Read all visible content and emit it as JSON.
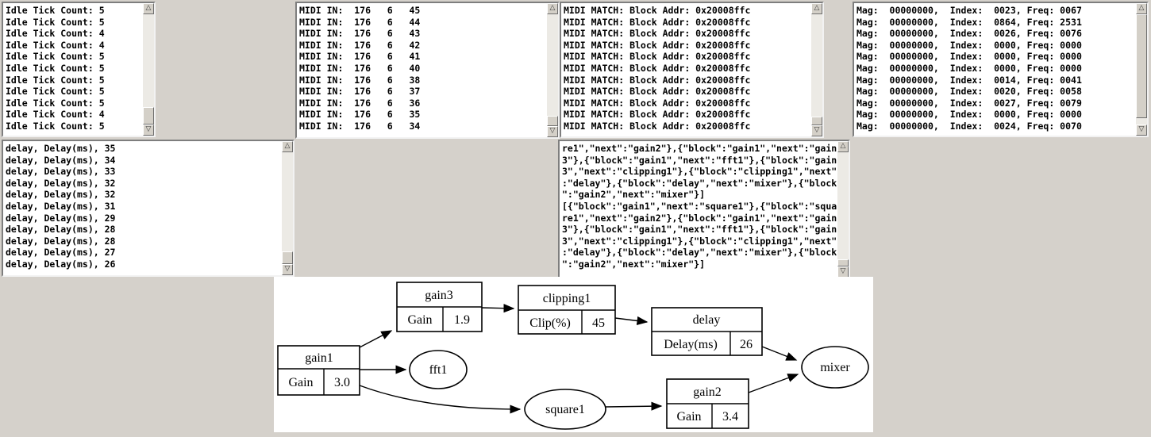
{
  "colors": {
    "background": "#d5d1cb",
    "panel_background": "#ffffff",
    "log_text": "#000000",
    "scrollbar_face": "#d4d0c8",
    "diagram_background": "#ffffff",
    "diagram_stroke": "#000000"
  },
  "icons": {
    "scroll_up": "△",
    "scroll_down": "▽"
  },
  "panels": {
    "idle_tick": {
      "lines": [
        "Idle Tick Count: 5",
        "Idle Tick Count: 5",
        "Idle Tick Count: 4",
        "Idle Tick Count: 4",
        "Idle Tick Count: 5",
        "Idle Tick Count: 5",
        "Idle Tick Count: 5",
        "Idle Tick Count: 5",
        "Idle Tick Count: 5",
        "Idle Tick Count: 4",
        "Idle Tick Count: 5"
      ]
    },
    "midi_in": {
      "lines": [
        "MIDI IN:  176   6   45",
        "MIDI IN:  176   6   44",
        "MIDI IN:  176   6   43",
        "MIDI IN:  176   6   42",
        "MIDI IN:  176   6   41",
        "MIDI IN:  176   6   40",
        "MIDI IN:  176   6   38",
        "MIDI IN:  176   6   37",
        "MIDI IN:  176   6   36",
        "MIDI IN:  176   6   35",
        "MIDI IN:  176   6   34"
      ]
    },
    "midi_match": {
      "lines": [
        "MIDI MATCH: Block Addr: 0x20008ffc",
        "MIDI MATCH: Block Addr: 0x20008ffc",
        "MIDI MATCH: Block Addr: 0x20008ffc",
        "MIDI MATCH: Block Addr: 0x20008ffc",
        "MIDI MATCH: Block Addr: 0x20008ffc",
        "MIDI MATCH: Block Addr: 0x20008ffc",
        "MIDI MATCH: Block Addr: 0x20008ffc",
        "MIDI MATCH: Block Addr: 0x20008ffc",
        "MIDI MATCH: Block Addr: 0x20008ffc",
        "MIDI MATCH: Block Addr: 0x20008ffc",
        "MIDI MATCH: Block Addr: 0x20008ffc"
      ]
    },
    "fft_mag": {
      "lines": [
        "Mag:  00000000,  Index:  0023, Freq: 0067",
        "Mag:  00000000,  Index:  0864, Freq: 2531",
        "Mag:  00000000,  Index:  0026, Freq: 0076",
        "Mag:  00000000,  Index:  0000, Freq: 0000",
        "Mag:  00000000,  Index:  0000, Freq: 0000",
        "Mag:  00000000,  Index:  0000, Freq: 0000",
        "Mag:  00000000,  Index:  0014, Freq: 0041",
        "Mag:  00000000,  Index:  0020, Freq: 0058",
        "Mag:  00000000,  Index:  0027, Freq: 0079",
        "Mag:  00000000,  Index:  0000, Freq: 0000",
        "Mag:  00000000,  Index:  0024, Freq: 0070"
      ]
    },
    "delay_param": {
      "lines": [
        "delay, Delay(ms), 35",
        "delay, Delay(ms), 34",
        "delay, Delay(ms), 33",
        "delay, Delay(ms), 32",
        "delay, Delay(ms), 32",
        "delay, Delay(ms), 31",
        "delay, Delay(ms), 29",
        "delay, Delay(ms), 28",
        "delay, Delay(ms), 28",
        "delay, Delay(ms), 27",
        "delay, Delay(ms), 26"
      ]
    },
    "routing_json": {
      "lines": [
        "re1\",\"next\":\"gain2\"},{\"block\":\"gain1\",\"next\":\"gain",
        "3\"},{\"block\":\"gain1\",\"next\":\"fft1\"},{\"block\":\"gain",
        "3\",\"next\":\"clipping1\"},{\"block\":\"clipping1\",\"next\"",
        ":\"delay\"},{\"block\":\"delay\",\"next\":\"mixer\"},{\"block",
        "\":\"gain2\",\"next\":\"mixer\"}]",
        "[{\"block\":\"gain1\",\"next\":\"square1\"},{\"block\":\"squa",
        "re1\",\"next\":\"gain2\"},{\"block\":\"gain1\",\"next\":\"gain",
        "3\"},{\"block\":\"gain1\",\"next\":\"fft1\"},{\"block\":\"gain",
        "3\",\"next\":\"clipping1\"},{\"block\":\"clipping1\",\"next\"",
        ":\"delay\"},{\"block\":\"delay\",\"next\":\"mixer\"},{\"block",
        "\":\"gain2\",\"next\":\"mixer\"}]"
      ]
    }
  },
  "diagram": {
    "nodes": {
      "gain1": {
        "title": "gain1",
        "param": "Gain",
        "value": "3.0"
      },
      "gain3": {
        "title": "gain3",
        "param": "Gain",
        "value": "1.9"
      },
      "clipping1": {
        "title": "clipping1",
        "param": "Clip(%)",
        "value": "45"
      },
      "delay": {
        "title": "delay",
        "param": "Delay(ms)",
        "value": "26"
      },
      "gain2": {
        "title": "gain2",
        "param": "Gain",
        "value": "3.4"
      },
      "fft1": {
        "label": "fft1"
      },
      "square1": {
        "label": "square1"
      },
      "mixer": {
        "label": "mixer"
      }
    },
    "edges": [
      {
        "from": "gain1",
        "to": "gain3"
      },
      {
        "from": "gain1",
        "to": "fft1"
      },
      {
        "from": "gain1",
        "to": "square1"
      },
      {
        "from": "gain3",
        "to": "clipping1"
      },
      {
        "from": "clipping1",
        "to": "delay"
      },
      {
        "from": "delay",
        "to": "mixer"
      },
      {
        "from": "square1",
        "to": "gain2"
      },
      {
        "from": "gain2",
        "to": "mixer"
      }
    ]
  }
}
